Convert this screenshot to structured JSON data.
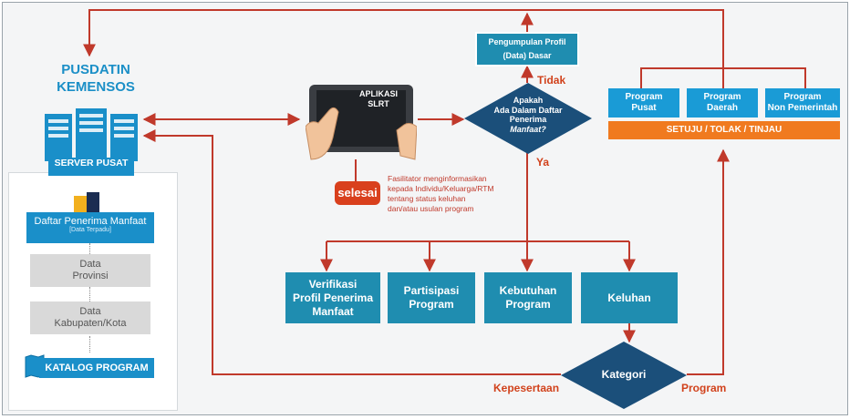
{
  "pusdatin": {
    "line1": "PUSDATIN",
    "line2": "KEMENSOS"
  },
  "server": {
    "label": "SERVER PUSAT"
  },
  "left_panel": {
    "daftar_main": "Daftar Penerima Manfaat",
    "daftar_sub": "[Data Terpadu]",
    "provinsi_l1": "Data",
    "provinsi_l2": "Provinsi",
    "kabkota_l1": "Data",
    "kabkota_l2": "Kabupaten/Kota",
    "katalog": "KATALOG PROGRAM"
  },
  "tablet": {
    "line1": "APLIKASI",
    "line2": "SLRT"
  },
  "selesai": "selesai",
  "fasilitator_note": [
    "Fasilitator menginformasikan",
    "kepada Individu/Keluarga/RTM",
    "tentang status keluhan",
    "dan/atau usulan program"
  ],
  "pengumpulan": {
    "line1": "Pengumpulan Profil",
    "line2": "(Data) Dasar"
  },
  "decision": {
    "line1": "Apakah",
    "line2": "Ada Dalam Daftar",
    "line3": "Penerima",
    "line4": "Manfaat?"
  },
  "tidak": "Tidak",
  "ya": "Ya",
  "programs": [
    {
      "line1": "Program",
      "line2": "Pusat"
    },
    {
      "line1": "Program",
      "line2": "Daerah"
    },
    {
      "line1": "Program",
      "line2": "Non Pemerintah"
    }
  ],
  "setuju": "SETUJU / TOLAK / TINJAU",
  "bottom_boxes": [
    {
      "lines": [
        "Verifikasi",
        "Profil Penerima",
        "Manfaat"
      ]
    },
    {
      "lines": [
        "Partisipasi",
        "Program"
      ]
    },
    {
      "lines": [
        "Kebutuhan",
        "Program"
      ]
    },
    {
      "lines": [
        "Keluhan"
      ]
    }
  ],
  "kategori": "Kategori",
  "kepesertaan": "Kepesertaan",
  "program_label": "Program",
  "colors": {
    "teal": "#1f8db0",
    "blue": "#1a9bd6",
    "red_arrow": "#c0392b",
    "orange": "#f07a1f",
    "navy_diamond": "#1b4f7a"
  }
}
